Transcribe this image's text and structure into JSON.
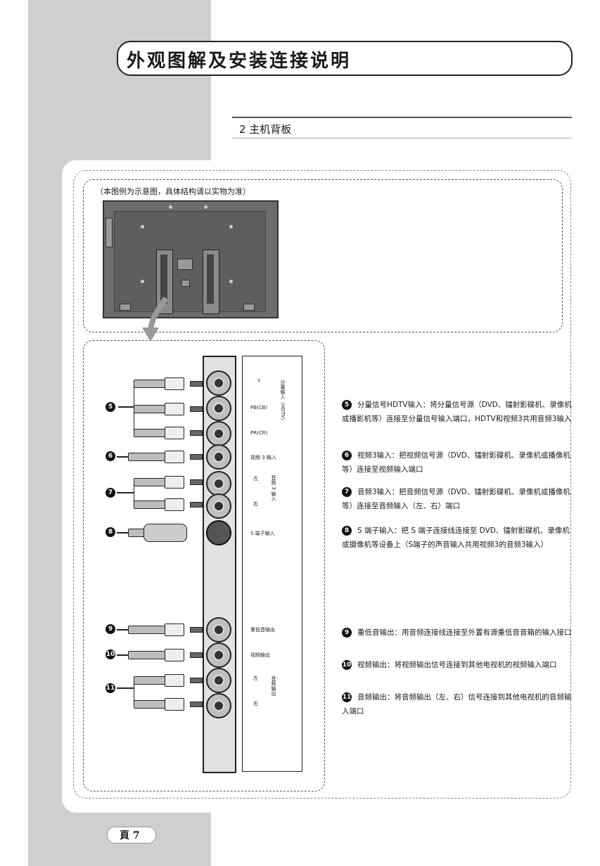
{
  "header": {
    "title": "外观图解及安装连接说明"
  },
  "section": {
    "title": "2 主机背板"
  },
  "figure": {
    "note": "（本图例为示意图，具体结构请以实物为准）"
  },
  "board_labels": {
    "y": "Y",
    "pb": "PB(CB)",
    "pr": "PR(CR)",
    "component_group": "分量输入（HDTV）",
    "video3_in": "视频 3 输入",
    "left_in": "左",
    "right_in": "右",
    "audio3_group": "音频 3 输入",
    "s_video_in": "S 端子输入",
    "sub_out": "重低音输出",
    "video_out": "视频输出",
    "left_out": "左",
    "right_out": "右",
    "audio_out_group": "音频输出"
  },
  "markers": {
    "m5": "5",
    "m6": "6",
    "m7": "7",
    "m8": "8",
    "m9": "9",
    "m10": "10",
    "m11": "11"
  },
  "descriptions": [
    {
      "num": "5",
      "text": "分量信号HDTV输入：将分量信号源（DVD、镭射影碟机、录像机或播影机等）连接至分量信号输入端口，HDTV和视频3共用音频3输入"
    },
    {
      "num": "6",
      "text": "视频3输入：把视频信号源（DVD、镭射影碟机、录像机或播像机等）连接至视频输入端口"
    },
    {
      "num": "7",
      "text": "音频3输入：把音频信号源（DVD、镭射影碟机、录像机或播像机等）连接至音频输入（左、右）端口"
    },
    {
      "num": "8",
      "text": "S 端子输入：把 S 端子连接线连接至 DVD、镭射影碟机、录像机或摄像机等设备上（S端子的声音输入共用视频3的音频3输入）"
    },
    {
      "num": "9",
      "text": "重低音输出：用音频连接线连接至外置有源重低音音箱的输入接口"
    },
    {
      "num": "10",
      "text": "视频输出：将视频输出信号连接到其他电视机的视频输入端口"
    },
    {
      "num": "11",
      "text": "音频输出：将音频输出（左、右）信号连接到其他电视机的音频输入端口"
    }
  ],
  "footer": {
    "page_label": "頁 7"
  }
}
